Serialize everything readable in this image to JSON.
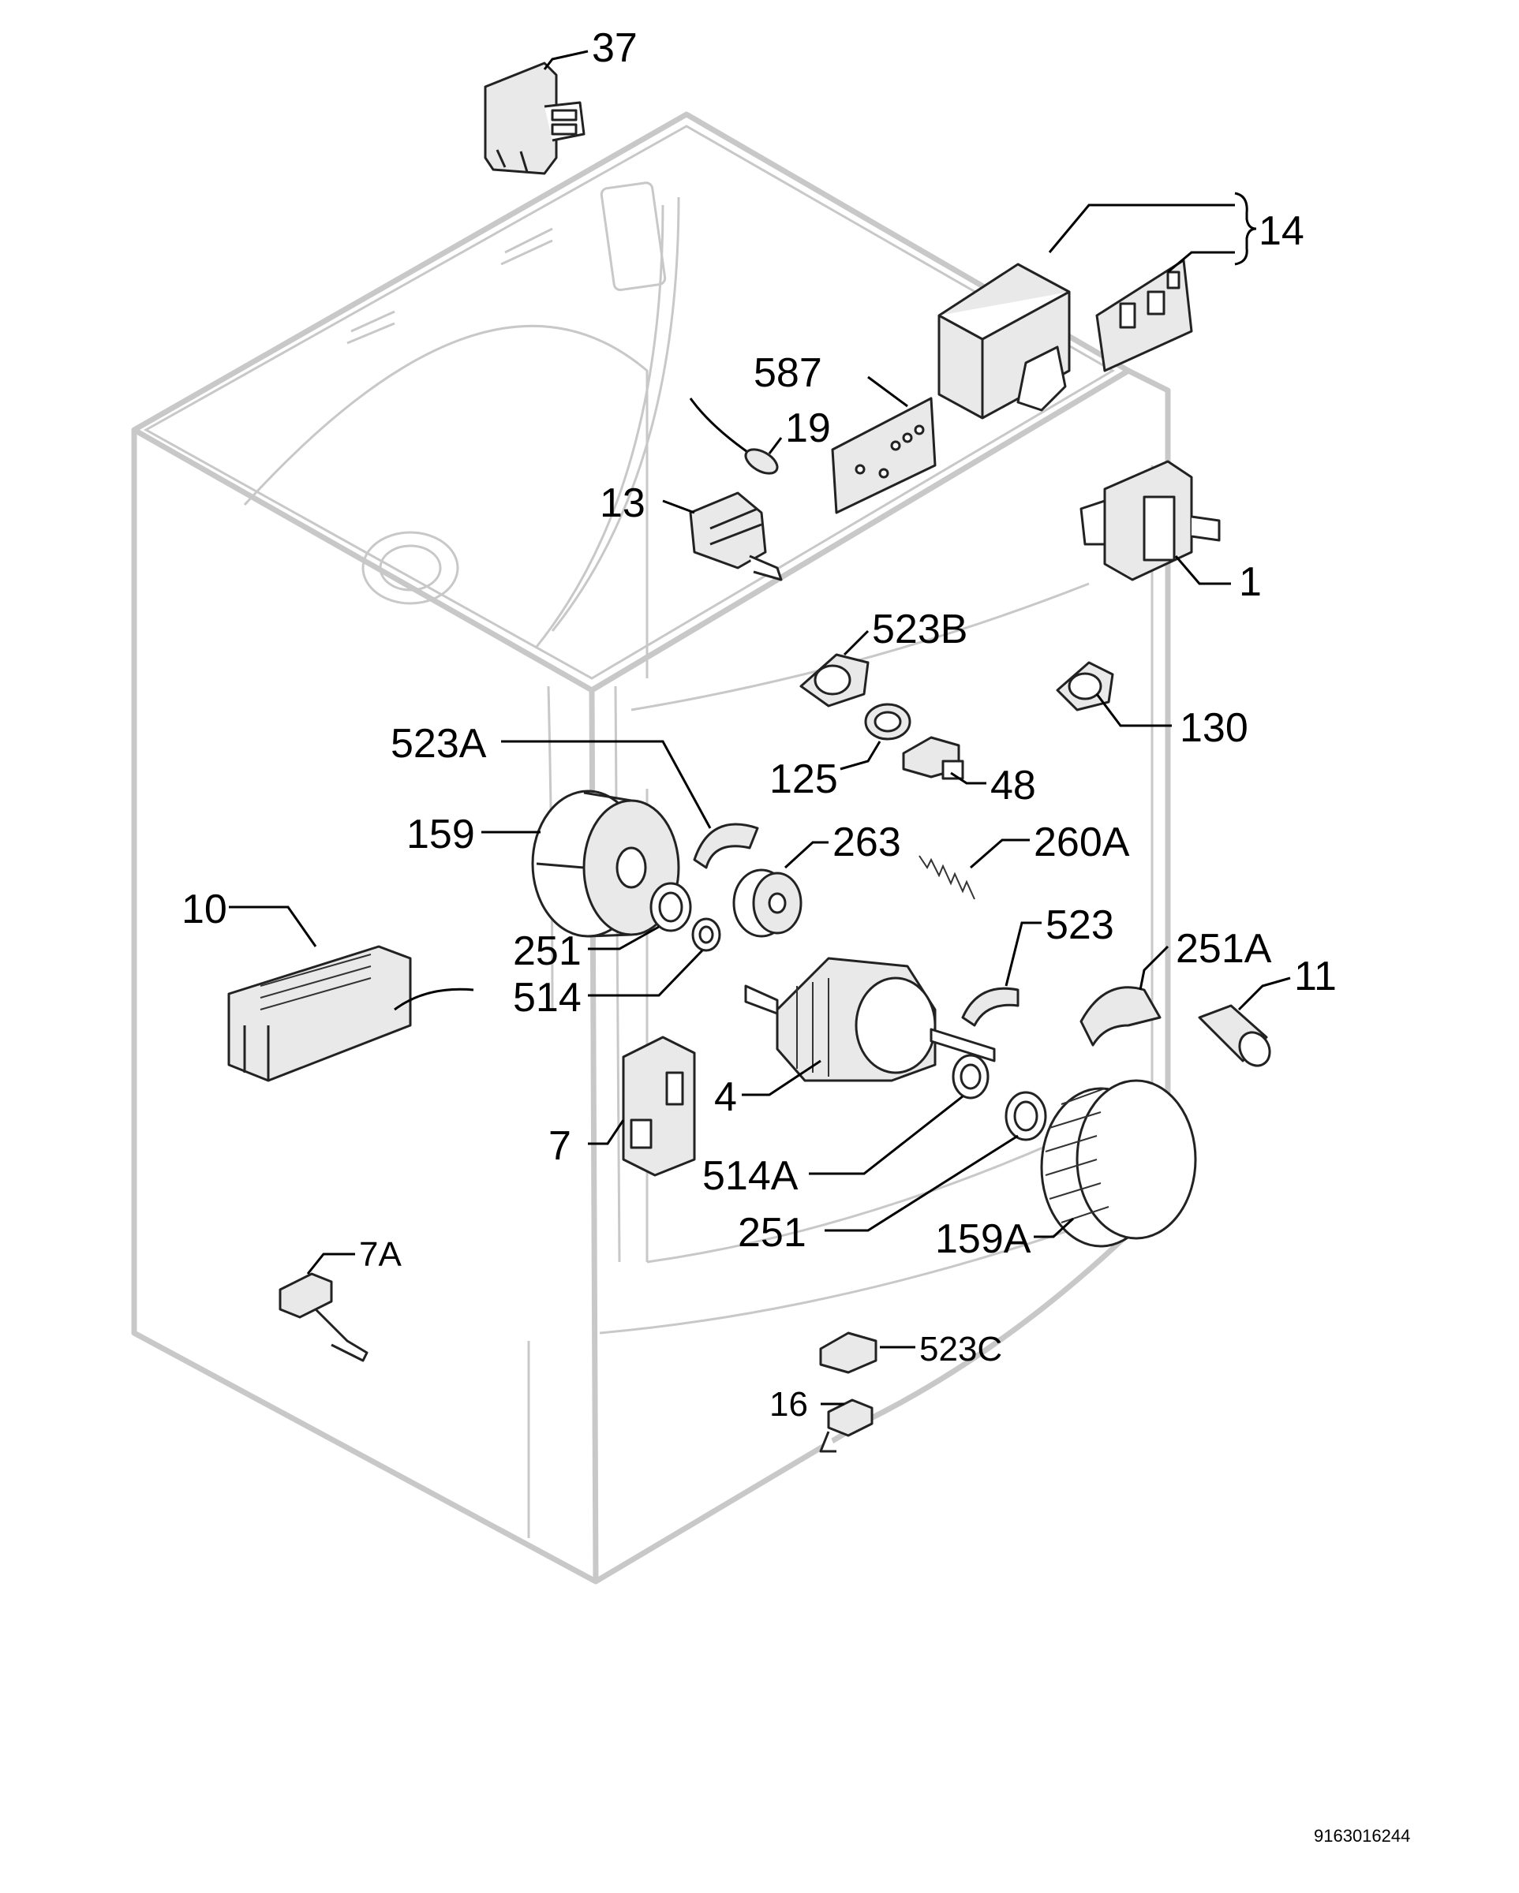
{
  "diagram": {
    "document_id": "9163016244",
    "labels": {
      "p37": "37",
      "p14": "14",
      "p587": "587",
      "p19": "19",
      "p13": "13",
      "p1": "1",
      "p523B": "523B",
      "p130": "130",
      "p523A": "523A",
      "p125": "125",
      "p48": "48",
      "p159": "159",
      "p263": "263",
      "p260A": "260A",
      "p10": "10",
      "p251": "251",
      "p514": "514",
      "p523": "523",
      "p251A": "251A",
      "p11": "11",
      "p4": "4",
      "p7": "7",
      "p514A": "514A",
      "p251b": "251",
      "p159A": "159A",
      "p7A": "7A",
      "p523C": "523C",
      "p16": "16"
    }
  }
}
